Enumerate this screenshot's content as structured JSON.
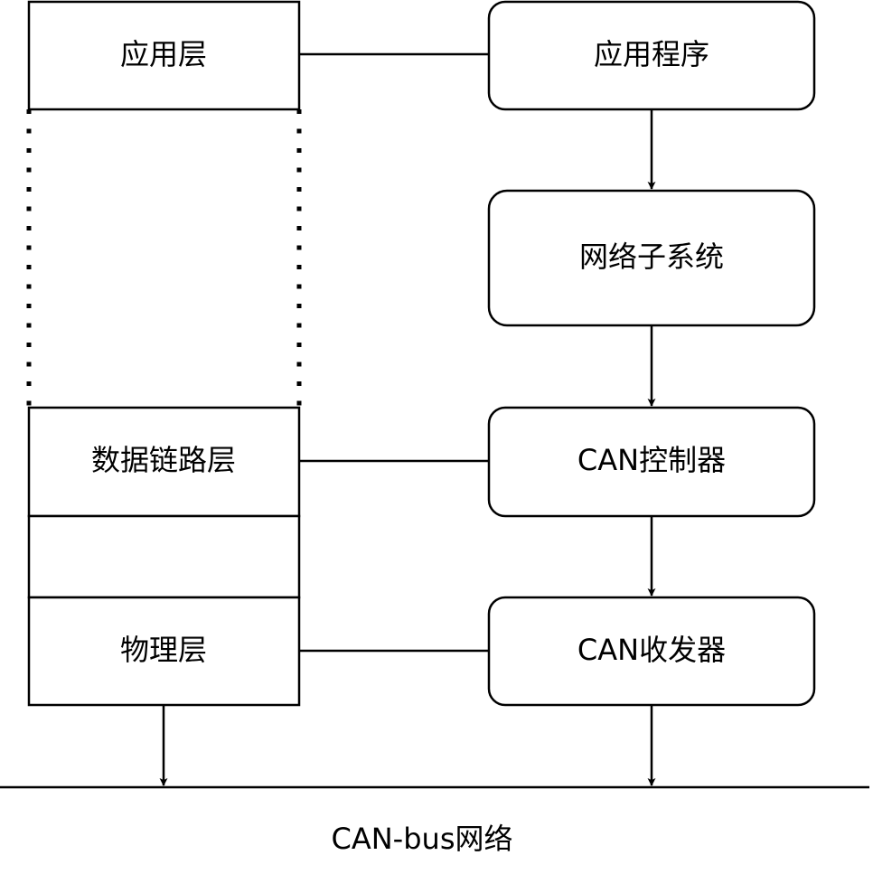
{
  "diagram": {
    "stack": {
      "application_layer": "应用层",
      "spacer_label": "",
      "data_link_layer": "数据链路层",
      "intermediate_label": "",
      "physical_layer": "物理层"
    },
    "components": {
      "application_program": "应用程序",
      "network_subsystem": "网络子系统",
      "can_controller": "CAN控制器",
      "can_transceiver": "CAN收发器"
    },
    "bus_label": "CAN-bus网络"
  },
  "colors": {
    "stroke": "#000000",
    "background": "#ffffff",
    "text": "#000000"
  }
}
